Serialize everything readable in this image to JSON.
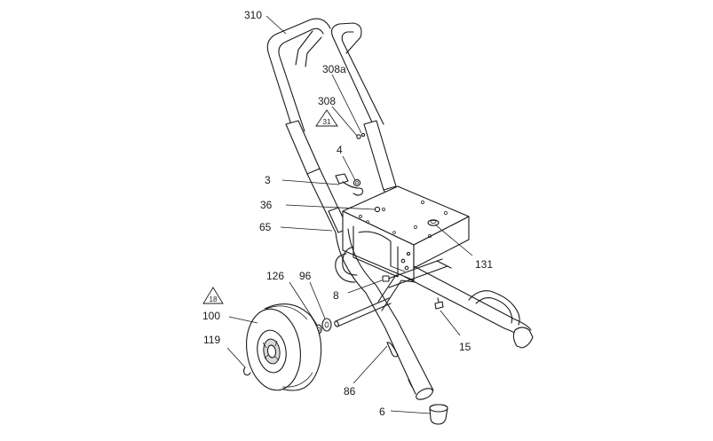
{
  "diagram": {
    "labels": {
      "l310": "310",
      "l308a": "308a",
      "l308": "308",
      "l4": "4",
      "l3": "3",
      "l36": "36",
      "l65": "65",
      "l131": "131",
      "l126": "126",
      "l96": "96",
      "l8": "8",
      "l100": "100",
      "l119": "119",
      "l15": "15",
      "l86": "86",
      "l6": "6"
    },
    "warning_symbols": {
      "t31": "31",
      "t18": "18"
    }
  }
}
